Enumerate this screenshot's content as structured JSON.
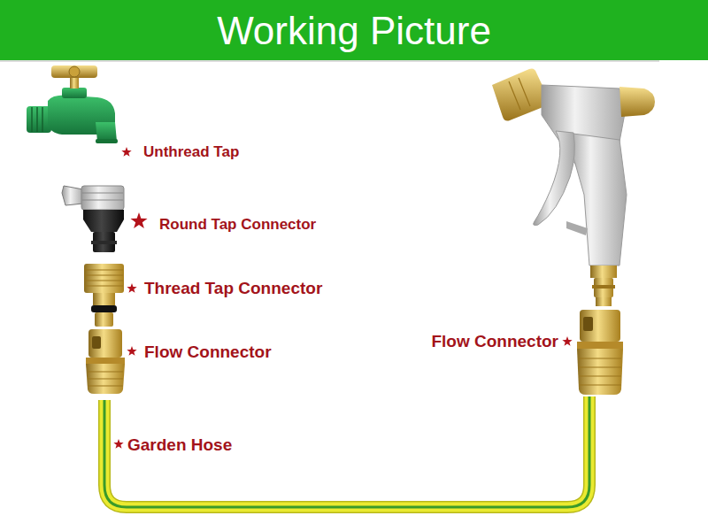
{
  "diagram": {
    "title": "Working Picture",
    "labels": [
      "Unthread Tap",
      "Round Tap Connector",
      "Thread Tap Connector",
      "Flow Connector",
      "Garden Hose",
      "Flow Connector"
    ]
  }
}
